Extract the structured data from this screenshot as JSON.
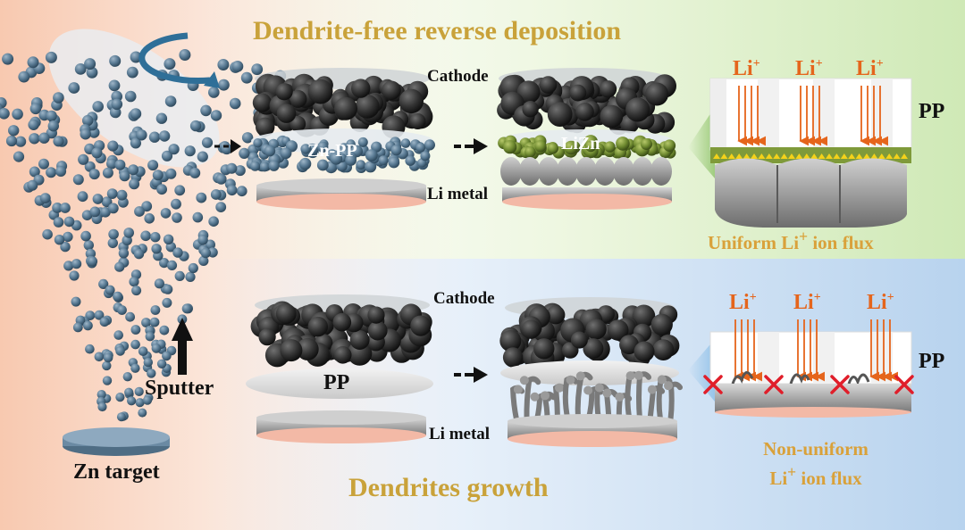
{
  "title_top": "Dendrite-free reverse deposition",
  "title_bottom": "Dendrites growth",
  "labels": {
    "cathode": "Cathode",
    "zn_pp": "Zn-PP",
    "lizn": "LiZn",
    "li_metal": "Li metal",
    "pp": "PP",
    "sputter": "Sputter",
    "zn_target": "Zn target",
    "li_ion": "Li",
    "li_sup": "+"
  },
  "flux": {
    "uniform": "Uniform Li",
    "uniform_suffix": " ion flux",
    "non_uniform_line1": "Non-uniform",
    "non_uniform_line2": "Li",
    "non_uniform_line2_suffix": " ion flux"
  },
  "colors": {
    "title": "#c9a23a",
    "li_ion": "#e5651c",
    "zn_particle": "#5b7c95",
    "lizn_layer": "#7f9a3a",
    "cathode_particle": "#3a3a3a",
    "x_mark": "#e01e2a"
  },
  "icons": [
    "rotation-arrow-icon",
    "up-arrow-icon",
    "right-arrow-icon",
    "x-mark-icon"
  ]
}
